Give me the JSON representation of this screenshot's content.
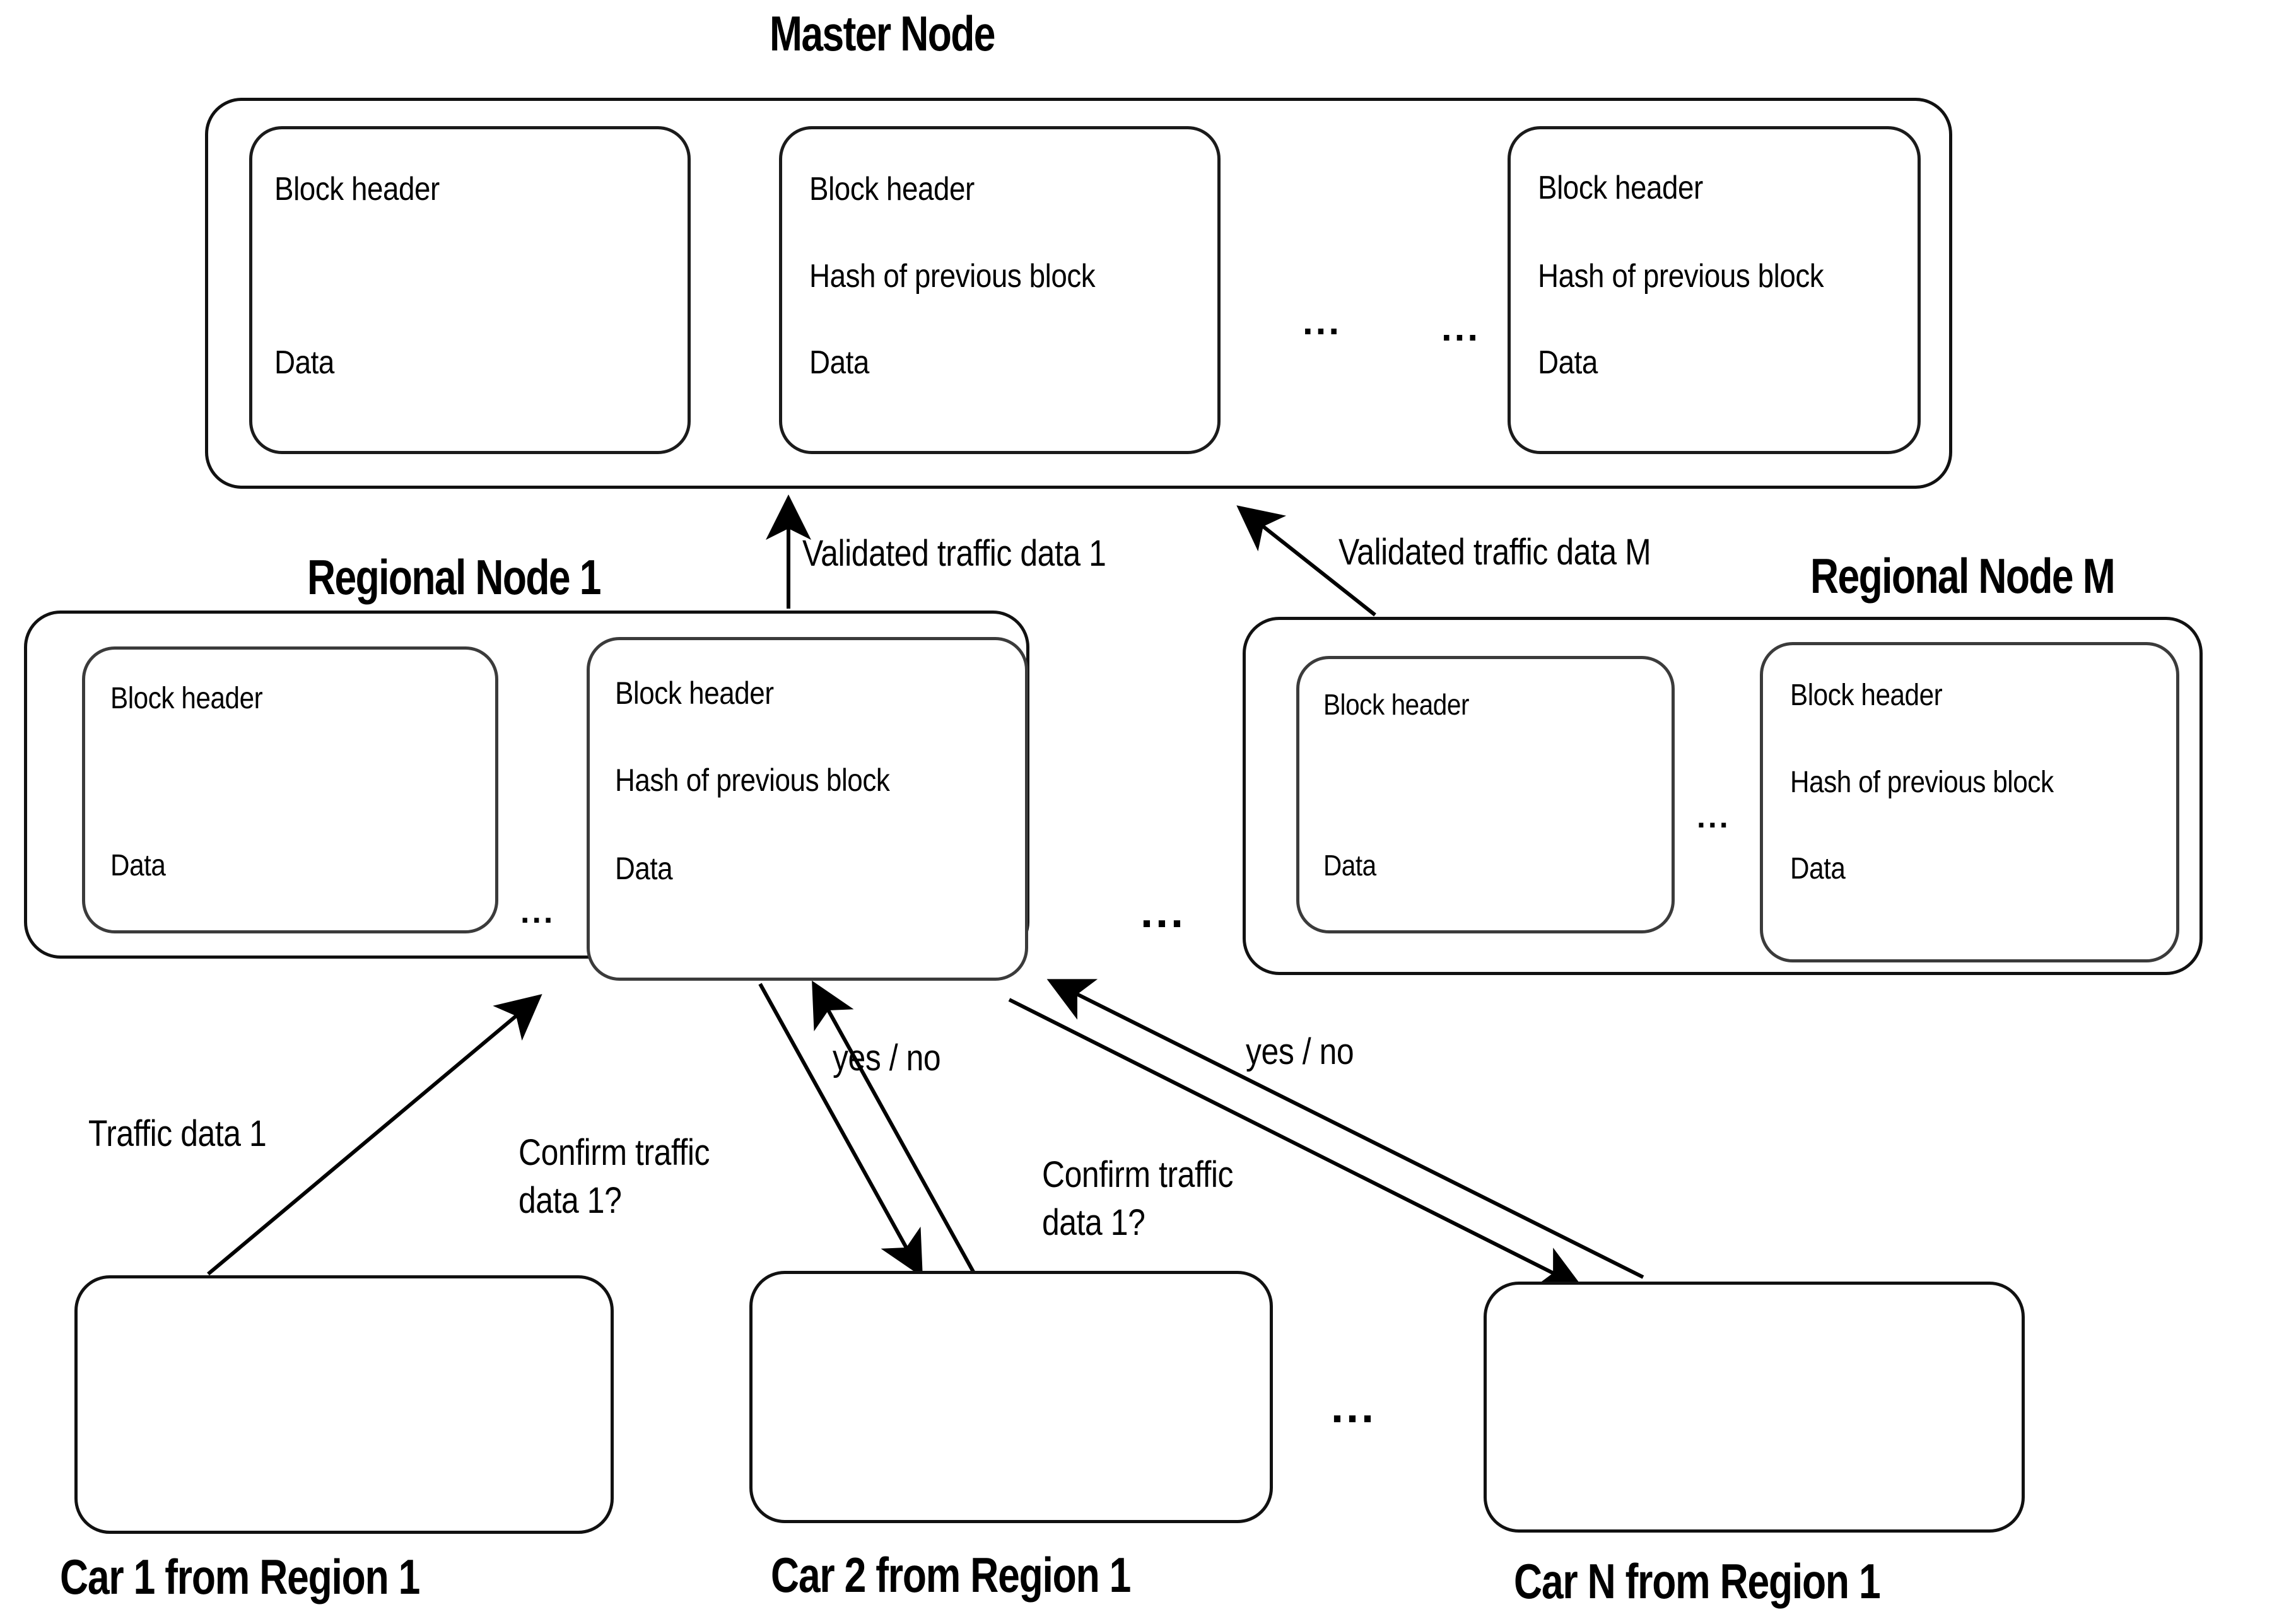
{
  "diagram": {
    "title": "Blockchain traffic-data validation hierarchy",
    "master": {
      "title": "Master Node",
      "blocks": [
        {
          "header": "Block header",
          "hash": "",
          "data": "Data"
        },
        {
          "header": "Block header",
          "hash": "Hash of previous block",
          "data": "Data"
        },
        {
          "header": "Block header",
          "hash": "Hash of previous block",
          "data": "Data"
        }
      ],
      "ellipsis_1": "...",
      "ellipsis_2": "..."
    },
    "regional_nodes": [
      {
        "title": "Regional Node 1",
        "blocks": [
          {
            "header": "Block header",
            "hash": "",
            "data": "Data"
          },
          {
            "header": "Block header",
            "hash": "Hash of previous block",
            "data": "Data"
          }
        ],
        "ellipsis": "..."
      },
      {
        "title": "Regional Node M",
        "blocks": [
          {
            "header": "Block header",
            "hash": "",
            "data": "Data"
          },
          {
            "header": "Block header",
            "hash": "Hash of previous block",
            "data": "Data"
          }
        ],
        "ellipsis": "..."
      }
    ],
    "regional_gap_ellipsis": "...",
    "cars": [
      {
        "label": "Car 1 from Region 1"
      },
      {
        "label": "Car 2 from Region 1"
      },
      {
        "label": "Car N from Region 1"
      }
    ],
    "cars_gap_ellipsis": "...",
    "edge_labels": {
      "validated_1": "Validated traffic data 1",
      "validated_m": "Validated traffic data M",
      "traffic_data_1": "Traffic data 1",
      "confirm_1": "Confirm traffic\ndata 1?",
      "confirm_2": "Confirm traffic\ndata 1?",
      "yes_no_1": "yes / no",
      "yes_no_2": "yes / no"
    },
    "colors": {
      "stroke": "#111111",
      "block_stroke": "#3b3b3b",
      "background": "#ffffff",
      "text": "#000000"
    }
  }
}
